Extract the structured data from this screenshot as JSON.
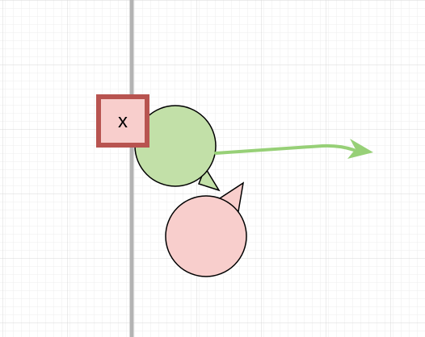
{
  "canvas": {
    "background": "#ffffff",
    "grid_minor_color": "#eeeeee",
    "grid_major_color": "#d8d8d8"
  },
  "diagram": {
    "divider_line": {
      "color": "#b3b3b3"
    },
    "close_box": {
      "label": "x",
      "fill": "#f8cecc",
      "stroke": "#b85450",
      "icon": "close-icon"
    },
    "shapes": [
      {
        "name": "green-speech-bubble",
        "fill": "#c2e0a8",
        "stroke": "#000000"
      },
      {
        "name": "pink-speech-bubble",
        "fill": "#f8cecc",
        "stroke": "#000000"
      }
    ],
    "connector_arrow": {
      "color": "#97d077"
    }
  }
}
